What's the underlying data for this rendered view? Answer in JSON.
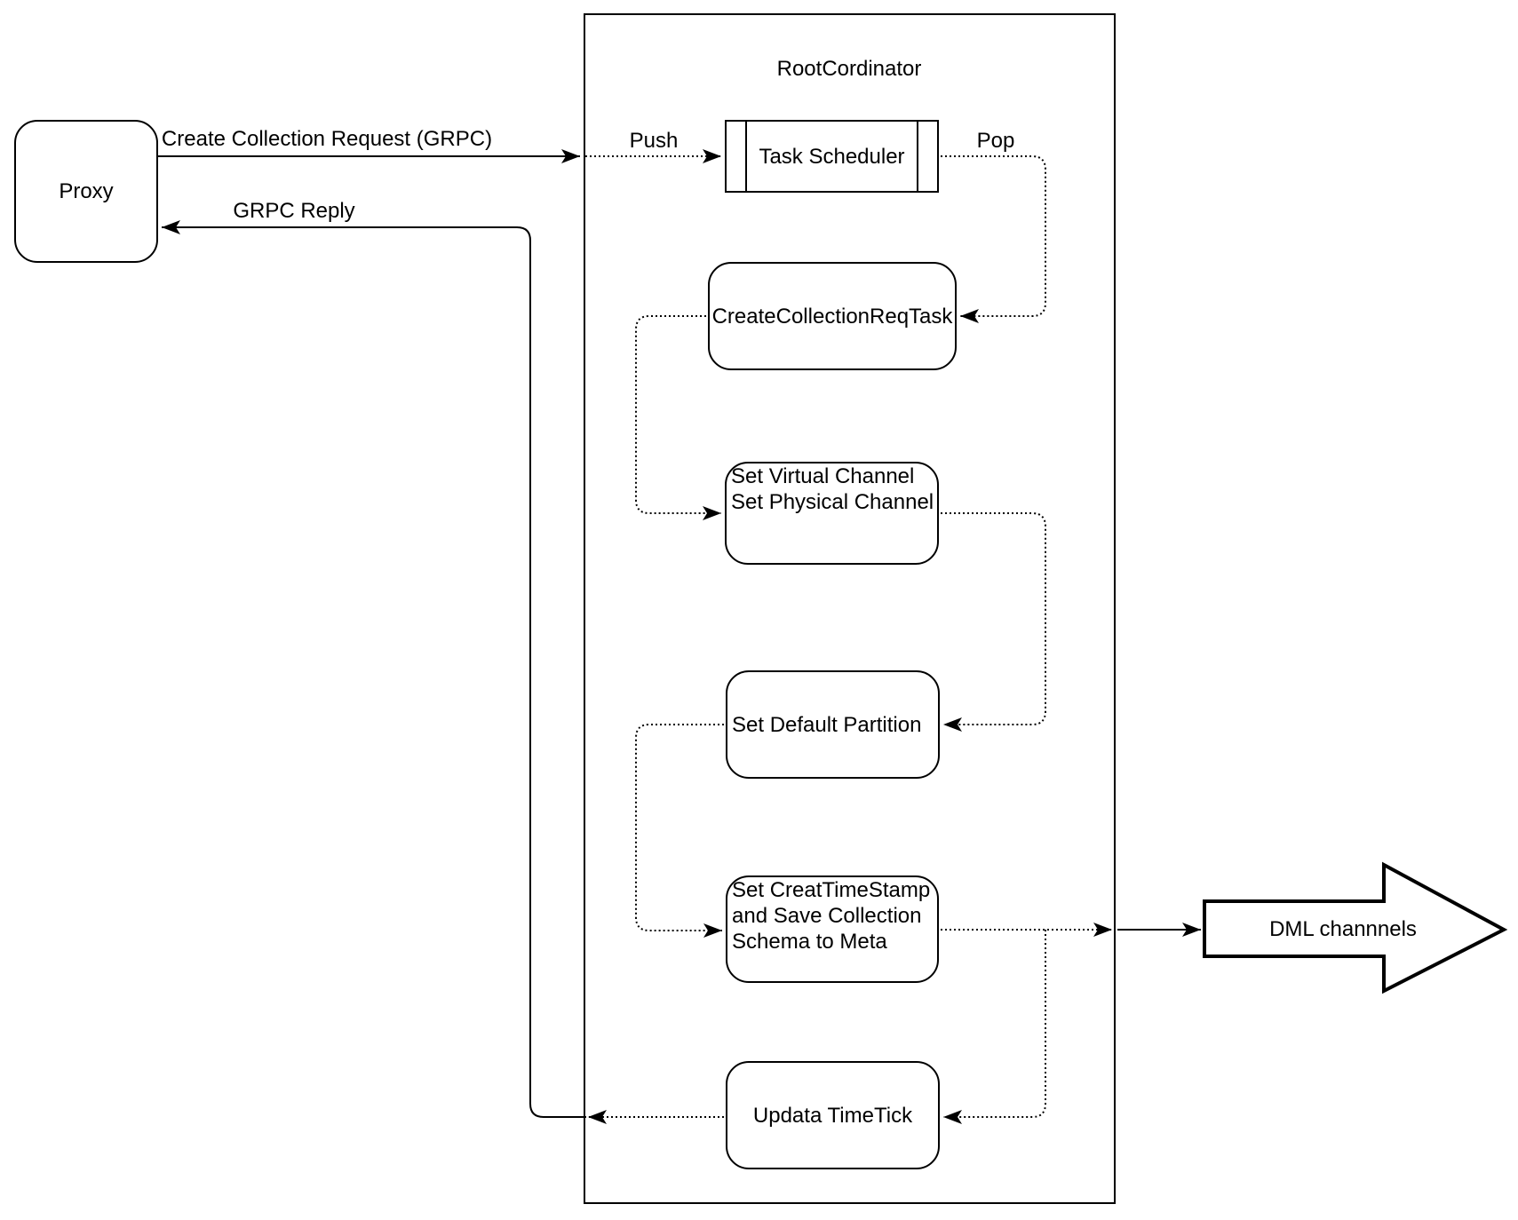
{
  "diagram": {
    "proxy": {
      "label": "Proxy"
    },
    "container": {
      "title": "RootCordinator"
    },
    "edges": {
      "request": "Create Collection Request (GRPC)",
      "reply": "GRPC Reply",
      "push": "Push",
      "pop": "Pop"
    },
    "nodes": {
      "task_scheduler": {
        "label": "Task Scheduler"
      },
      "create_collection_req_task": {
        "label": "CreateCollectionReqTask"
      },
      "set_channel": {
        "line1": "Set Virtual Channel",
        "line2": "Set Physical Channel"
      },
      "set_default_partition": {
        "label": "Set Default Partition"
      },
      "set_creat_timestamp": {
        "line1": "Set CreatTimeStamp",
        "line2": "and Save Collection",
        "line3": "Schema to Meta"
      },
      "updata_timetick": {
        "label": "Updata TimeTick"
      }
    },
    "output": {
      "label": "DML channnels"
    },
    "colors": {
      "stroke": "#000000",
      "background": "#ffffff"
    }
  }
}
